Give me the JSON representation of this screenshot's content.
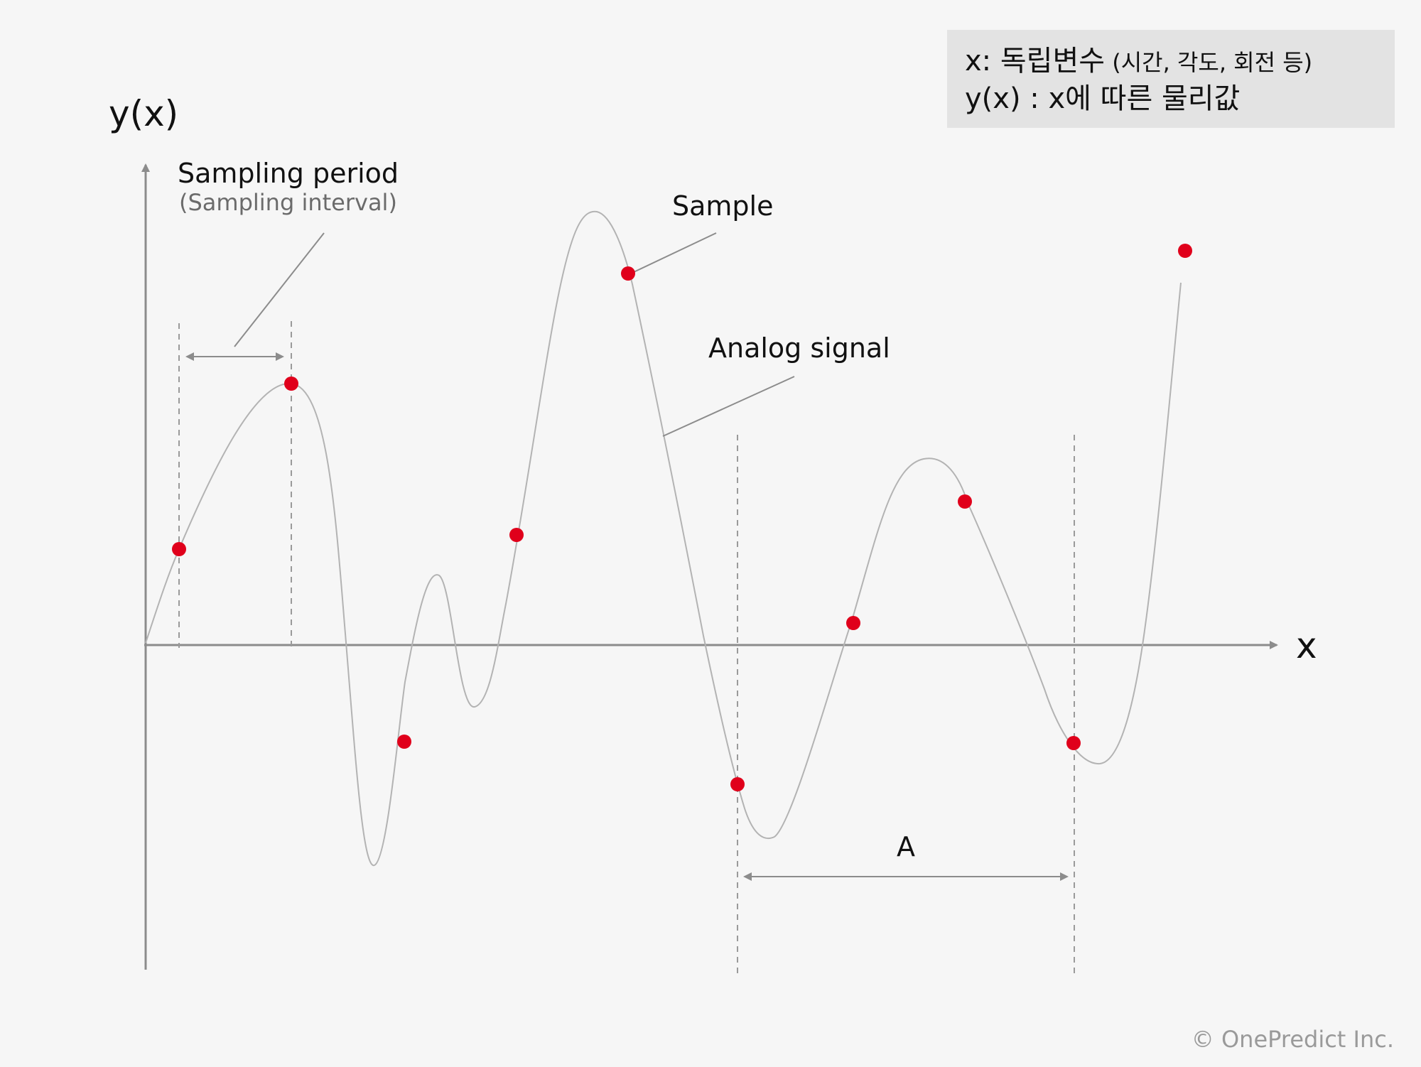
{
  "axes": {
    "y_label": "y(x)",
    "x_label": "x"
  },
  "legend": {
    "line1_main": "x: 독립변수",
    "line1_detail": " (시간, 각도, 회전 등)",
    "line2": "y(x) : x에 따른 물리값"
  },
  "callouts": {
    "sampling_period": "Sampling period",
    "sampling_interval": "(Sampling interval)",
    "sample": "Sample",
    "analog_signal": "Analog signal",
    "dimension_a": "A"
  },
  "copyright": "© OnePredict Inc.",
  "colors": {
    "background": "#f6f6f6",
    "axis": "#8c8c8c",
    "signal": "#b3b3b3",
    "sample_dot": "#e0001b",
    "legend_box": "#e3e3e3"
  }
}
